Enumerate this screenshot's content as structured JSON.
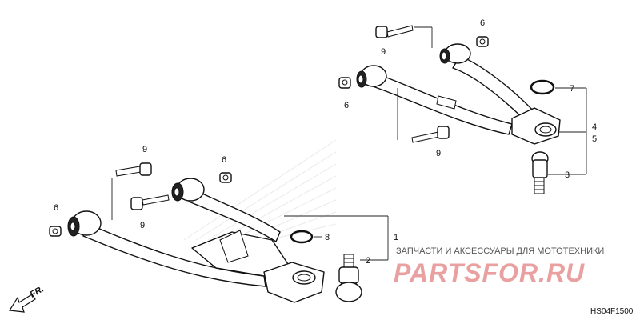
{
  "callouts": {
    "c9_top": "9",
    "c6_top": "6",
    "c7": "7",
    "c6_mid": "6",
    "c4": "4",
    "c5": "5",
    "c9_mid": "9",
    "c3": "3",
    "c9_left": "9",
    "c6_left_mid": "6",
    "c9_left_low": "9",
    "c6_far_left": "6",
    "c8": "8",
    "c1": "1",
    "c2": "2"
  },
  "watermark": {
    "tagline": "ЗАПЧАСТИ И АКСЕССУАРЫ ДЛЯ МОТОТЕХНИКИ",
    "brand": "PARTSFOR.RU",
    "brand_color": "#e8a0a0",
    "tagline_color": "#555555"
  },
  "front_indicator": {
    "label": "FR."
  },
  "diagram_code": "HS04F1500"
}
